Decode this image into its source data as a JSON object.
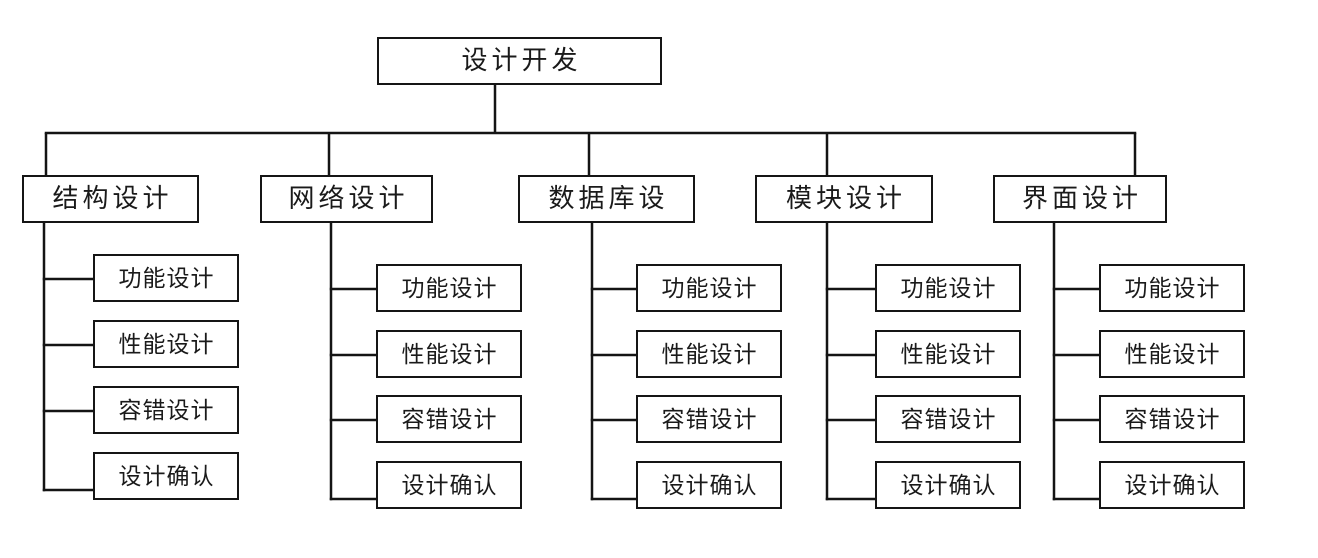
{
  "diagram": {
    "root": {
      "label": "设计开发"
    },
    "branches": [
      {
        "label": "结构设计",
        "children": [
          "功能设计",
          "性能设计",
          "容错设计",
          "设计确认"
        ]
      },
      {
        "label": "网络设计",
        "children": [
          "功能设计",
          "性能设计",
          "容错设计",
          "设计确认"
        ]
      },
      {
        "label": "数据库设",
        "children": [
          "功能设计",
          "性能设计",
          "容错设计",
          "设计确认"
        ]
      },
      {
        "label": "模块设计",
        "children": [
          "功能设计",
          "性能设计",
          "容错设计",
          "设计确认"
        ]
      },
      {
        "label": "界面设计",
        "children": [
          "功能设计",
          "性能设计",
          "容错设计",
          "设计确认"
        ]
      }
    ]
  },
  "colors": {
    "line": "#141414",
    "text": "#1a1a1a",
    "background": "#ffffff"
  }
}
